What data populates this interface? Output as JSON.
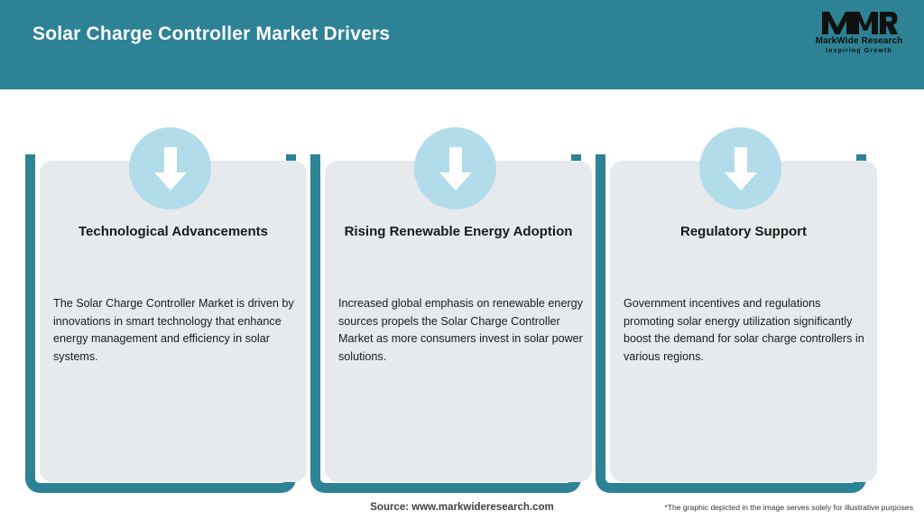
{
  "header": {
    "title": "Solar Charge Controller Market Drivers",
    "background_color": "#2e8296",
    "title_color": "#ffffff"
  },
  "logo": {
    "mark": "MWR",
    "name": "MarkWide Research",
    "tagline": "Inspiring Growth"
  },
  "theme": {
    "accent_teal": "#2e8296",
    "panel_gray": "#e6eaec",
    "badge_blue": "#b3dceb",
    "arrow_white": "#ffffff"
  },
  "cards": [
    {
      "icon": "arrow-down-icon",
      "title": "Technological Advancements",
      "body": "The Solar Charge Controller Market is driven by innovations in smart technology that enhance energy management and efficiency in solar systems."
    },
    {
      "icon": "arrow-down-icon",
      "title": "Rising Renewable Energy Adoption",
      "body": "Increased global emphasis on renewable energy sources propels the Solar Charge Controller Market as more consumers invest in solar power solutions."
    },
    {
      "icon": "arrow-down-icon",
      "title": "Regulatory Support",
      "body": "Government incentives and regulations promoting solar energy utilization significantly boost the demand for solar charge controllers in various regions."
    }
  ],
  "footer": {
    "source": "Source: www.markwideresearch.com",
    "disclaimer": "*The graphic depicted in the image serves solely for illustrative purposes"
  }
}
